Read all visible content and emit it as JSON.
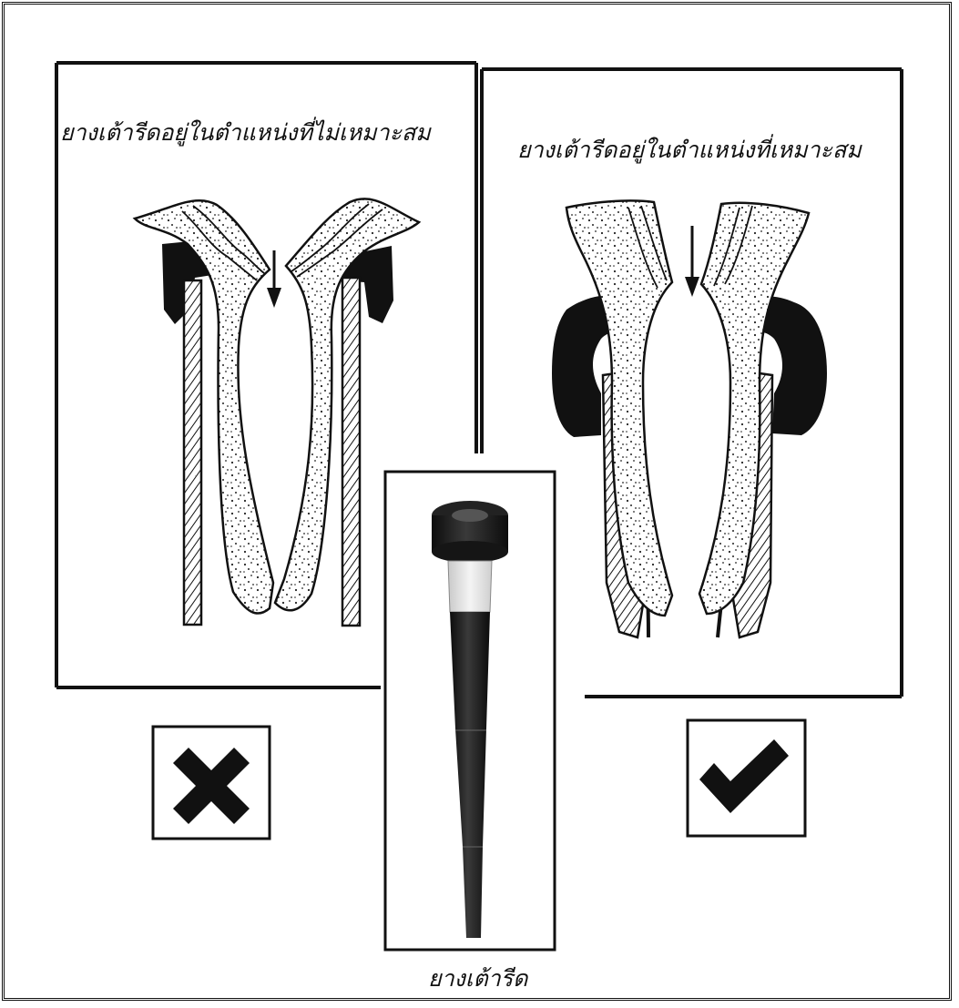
{
  "panels": {
    "incorrect": {
      "caption": "ยางเต้ารีดอยู่ในตำแหน่งที่ไม่เหมาะสม",
      "verdict_icon": "cross-icon"
    },
    "correct": {
      "caption": "ยางเต้ารีดอยู่ในตำแหน่งที่เหมาะสม",
      "verdict_icon": "check-icon"
    }
  },
  "liner": {
    "caption": "ยางเต้ารีด"
  },
  "colors": {
    "ink": "#111111",
    "paper": "#ffffff",
    "liner_band": "#e8e8e8"
  }
}
